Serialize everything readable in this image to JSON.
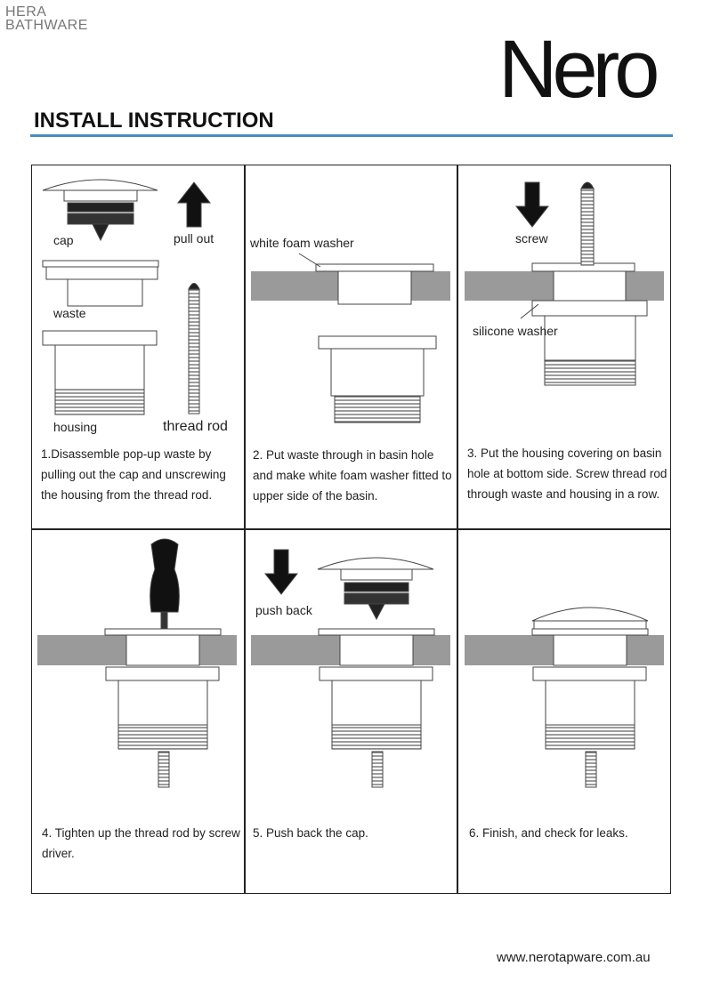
{
  "header": {
    "logo_left": "HERA BATHWARE",
    "logo_left_line1": "HERA",
    "logo_left_line2": "BATHWARE",
    "logo_right": "Nero",
    "title": "INSTALL INSTRUCTION"
  },
  "steps": [
    {
      "labels": {
        "cap": "cap",
        "pull_out": "pull out",
        "waste": "waste",
        "housing": "housing",
        "thread_rod": "thread rod"
      },
      "text": "1.Disassemble pop-up waste by pulling out the cap and unscrewing the housing from the thread rod."
    },
    {
      "labels": {
        "washer": "white foam washer"
      },
      "text": "2. Put waste through in basin hole and make white foam washer fitted to upper side of the basin."
    },
    {
      "labels": {
        "screw": "screw",
        "washer": "silicone washer"
      },
      "text": "3. Put the housing covering on basin hole at bottom side. Screw thread rod through waste and housing in a row."
    },
    {
      "labels": {},
      "text": "4. Tighten up the thread rod by screw driver."
    },
    {
      "labels": {
        "push_back": "push back"
      },
      "text": "5. Push back the cap."
    },
    {
      "labels": {},
      "text": "6. Finish, and check for leaks."
    }
  ],
  "footer": {
    "url": "www.nerotapware.com.au"
  },
  "colors": {
    "rule": "#4a8bbd",
    "basin": "#9a9a9a"
  }
}
